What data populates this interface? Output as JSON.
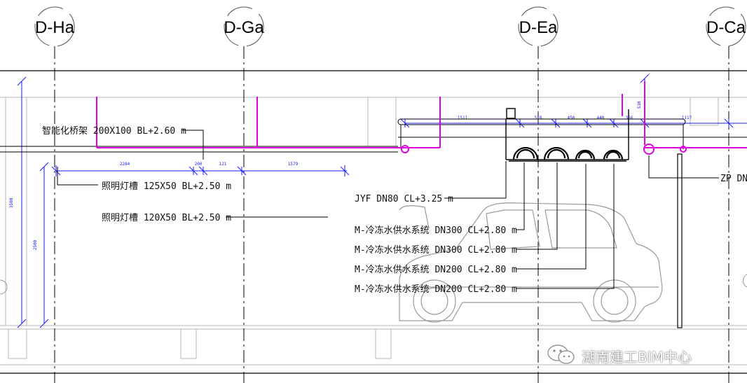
{
  "grid_axes": [
    {
      "id": "D-Ha",
      "label": "D-Ha"
    },
    {
      "id": "D-Ga",
      "label": "D-Ga"
    },
    {
      "id": "D-Ea",
      "label": "D-Ea"
    },
    {
      "id": "D-Ca",
      "label": "D-Ca"
    }
  ],
  "annotations": {
    "cable_tray": "智能化桥架 200X100 BL+2.60 m",
    "light_trough_1": "照明灯槽 125X50 BL+2.50 m",
    "light_trough_2": "照明灯槽 120X50 BL+2.50 m",
    "jyf": "JYF DN80 CL+3.25 m",
    "chw_1": "M-冷冻水供水系统 DN300 CL+2.80 m",
    "chw_2": "M-冷冻水供水系统 DN300 CL+2.80 m",
    "chw_3": "M-冷冻水供水系统 DN200 CL+2.80 m",
    "chw_4": "M-冷冻水供水系统 DN200 CL+2.80 m",
    "zp": "ZP DN"
  },
  "dimensions": {
    "d_3500": "3500",
    "d_2500": "2500",
    "d_2284": "2284",
    "d_200": "200",
    "d_121": "121",
    "d_1579": "1579",
    "d_1511": "1511",
    "d_518": "518",
    "d_450": "450",
    "d_440": "440",
    "d_356": "356",
    "d_1117": "1117",
    "d_510": "510"
  },
  "watermark": {
    "text": "湖南建工BIM中心",
    "icon": "wechat-icon"
  },
  "colors": {
    "dimension": "#1a1aff",
    "pipe": "#e000e0",
    "line": "#000000",
    "light_line": "#aaaaaa"
  }
}
